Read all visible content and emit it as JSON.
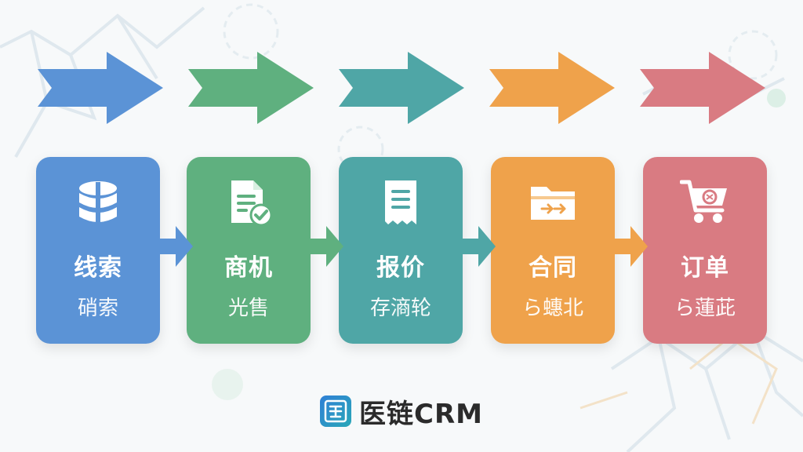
{
  "steps": [
    {
      "title": "线索",
      "subtitle": "硝索",
      "color": "#5b93d6",
      "icon": "database-icon"
    },
    {
      "title": "商机",
      "subtitle": "光售",
      "color": "#5fb07f",
      "icon": "document-check-icon"
    },
    {
      "title": "报价",
      "subtitle": "存滳轮",
      "color": "#4fa6a6",
      "icon": "receipt-icon"
    },
    {
      "title": "合同",
      "subtitle": "ら蟪北",
      "color": "#efa24b",
      "icon": "folder-arrow-icon"
    },
    {
      "title": "订单",
      "subtitle": "ら蓮茈",
      "color": "#d97b82",
      "icon": "shopping-cart-icon"
    }
  ],
  "brand": {
    "badge": "医",
    "name": "医链CRM",
    "logo": "medical-chain-logo"
  }
}
